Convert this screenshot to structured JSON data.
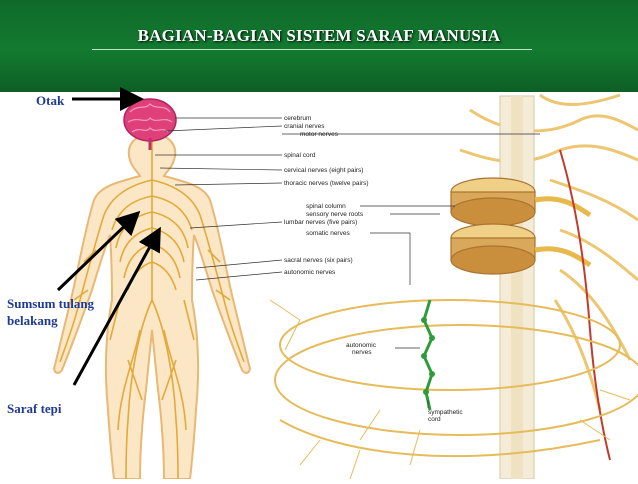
{
  "title": "BAGIAN-BAGIAN SISTEM SARAF MANUSIA",
  "labels": {
    "otak": "Otak",
    "sumsum_line1": "Sumsum tulang",
    "sumsum_line2": "belakang",
    "saraf_tepi": "Saraf tepi"
  },
  "diagram_labels": {
    "cerebrum": "cerebrum",
    "cranial": "cranial nerves",
    "motor": "motor nerves",
    "spinal_cord": "spinal cord",
    "cervical": "cervical nerves (eight pairs)",
    "thoracic": "thoracic nerves (twelve pairs)",
    "spinal_column": "spinal column",
    "sensory": "sensory nerve roots",
    "lumbar": "lumbar nerves (five pairs)",
    "somatic": "somatic nerves",
    "sacral": "sacral nerves (six pairs)",
    "autonomic": "autonomic nerves",
    "autonomic_nerves_l1": "autonomic",
    "autonomic_nerves_l2": "nerves",
    "sympathetic_l1": "sympathetic",
    "sympathetic_l2": "cord"
  },
  "colors": {
    "header_green": "#137a30",
    "label_blue": "#1f3a93",
    "nerve_yellow": "#e3a93a",
    "brain_pink": "#e0407a",
    "vertebra_tan": "#d9a85a",
    "sympathetic_green": "#2e9c3a"
  }
}
